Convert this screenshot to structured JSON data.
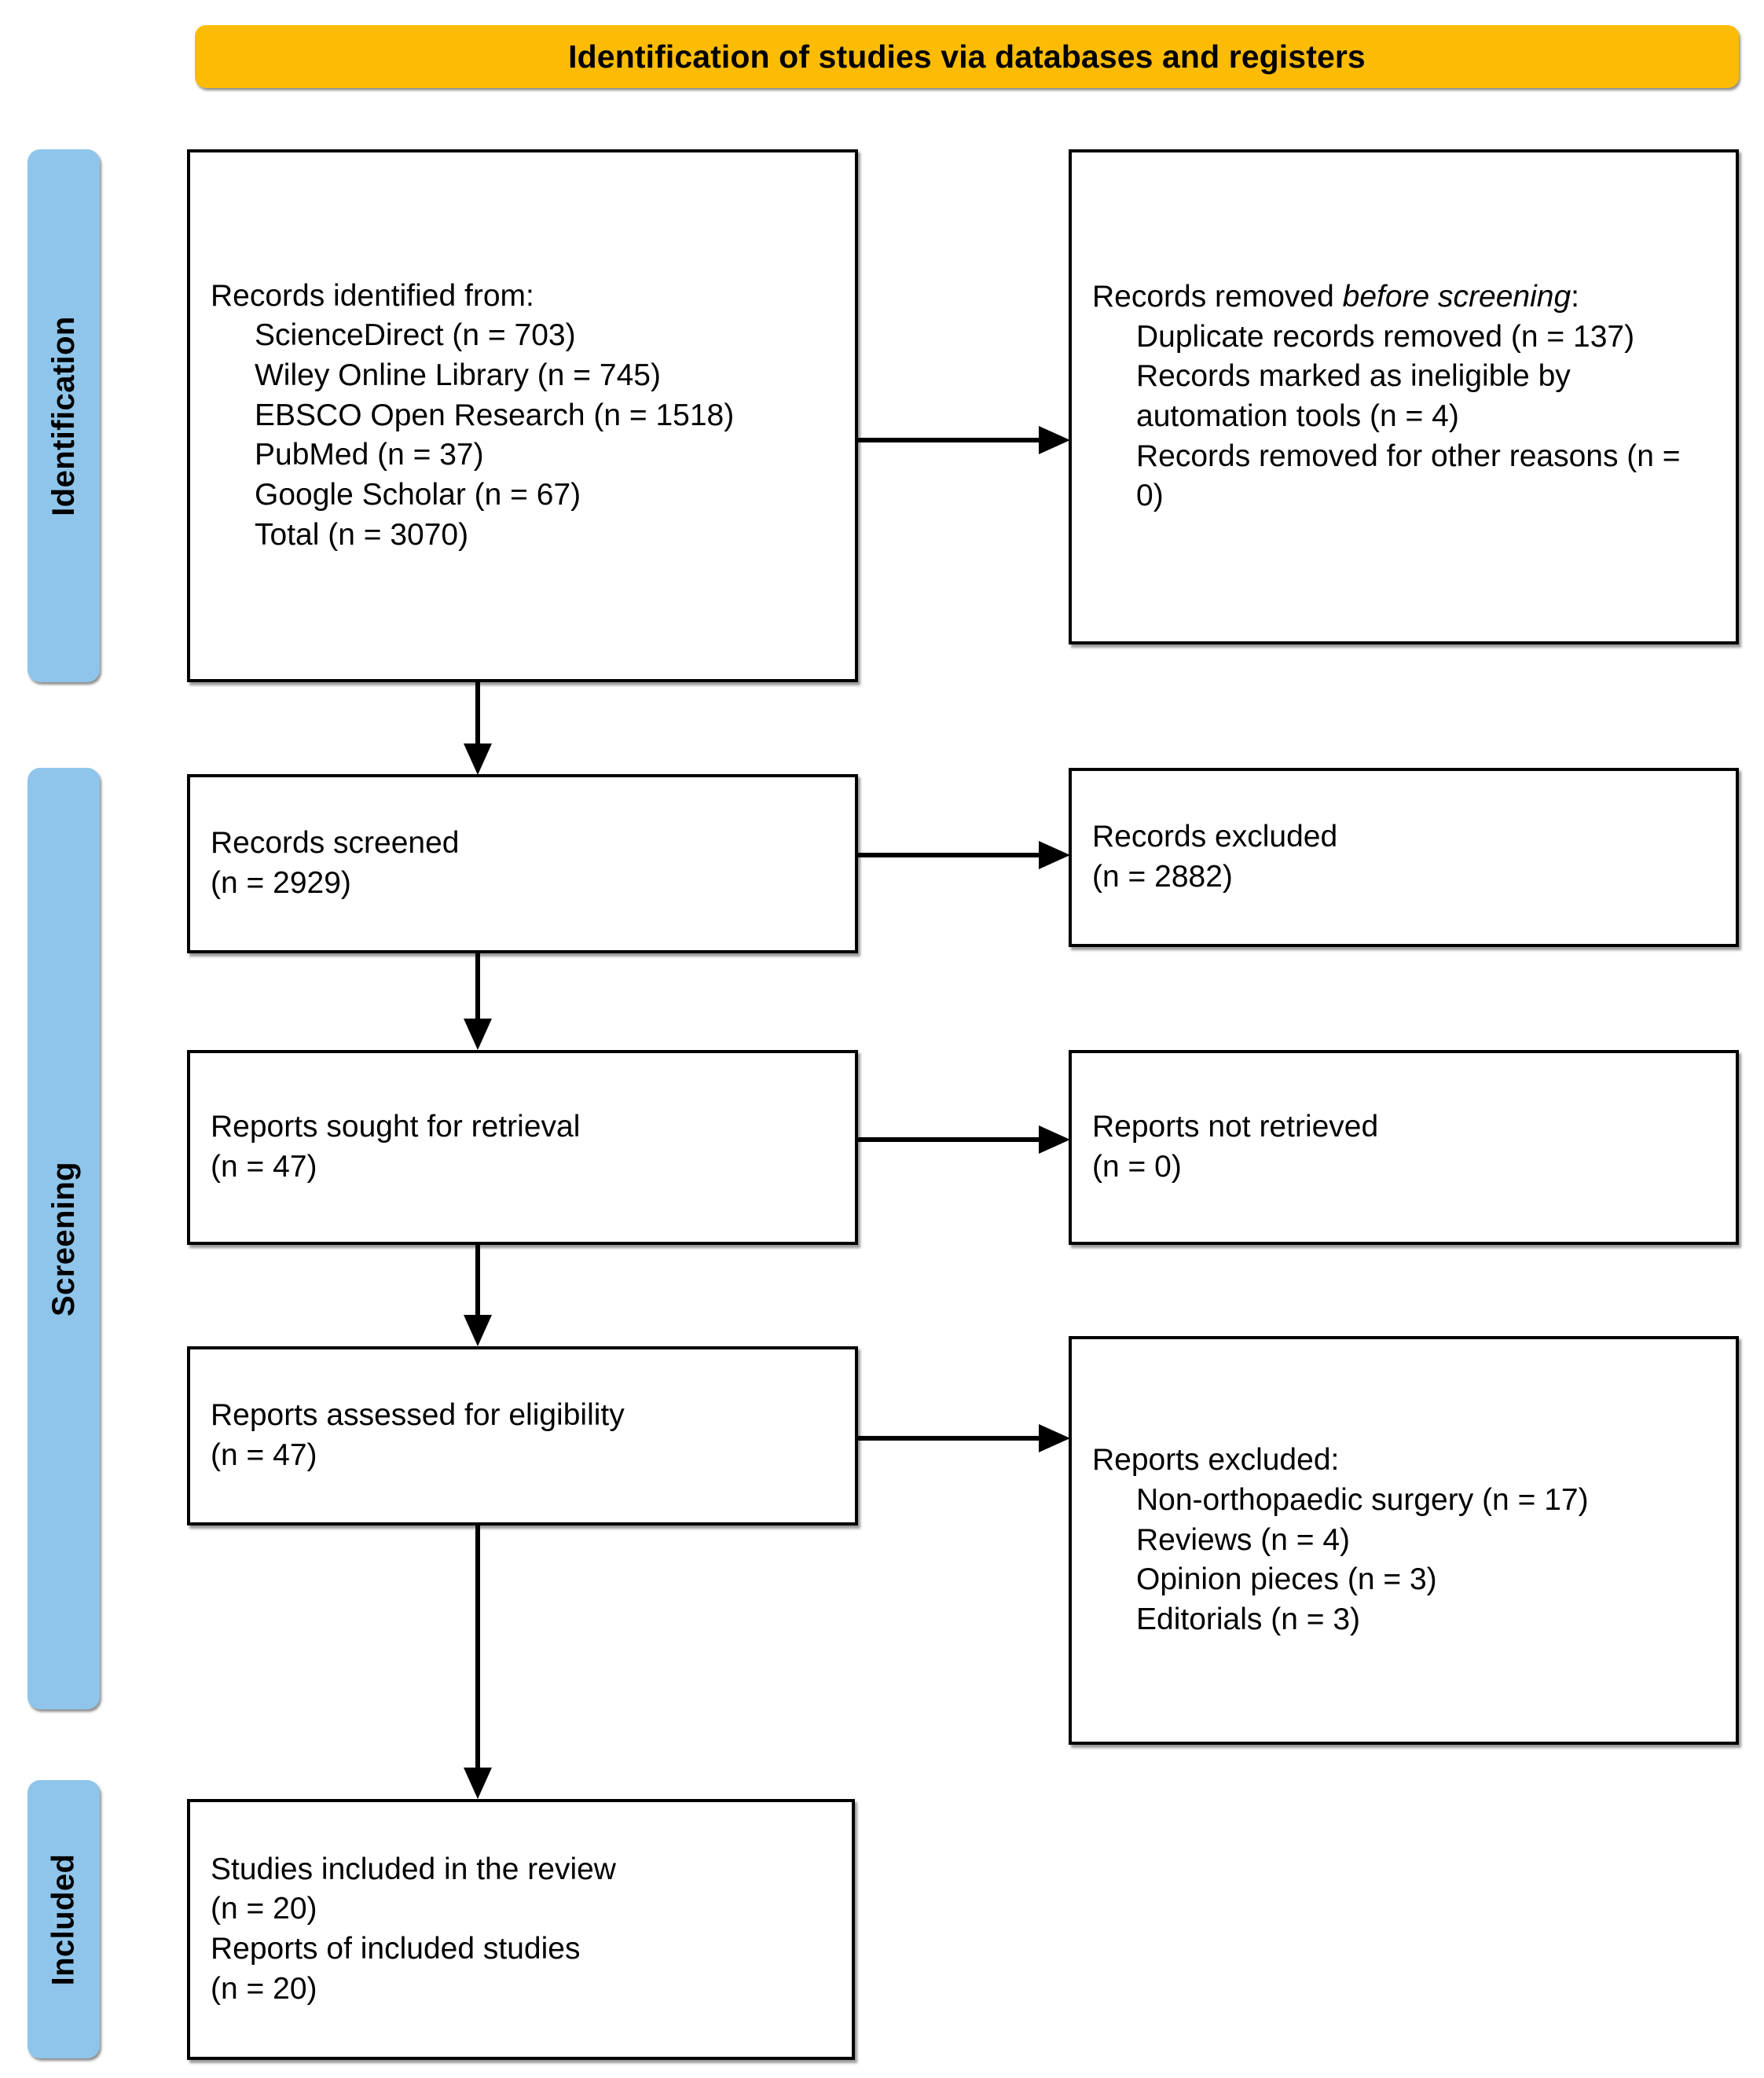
{
  "banner": {
    "title": "Identification of studies via databases and registers",
    "color": "#FCBC05"
  },
  "stages": {
    "color": "#8FC5EA",
    "identification": "Identification",
    "screening": "Screening",
    "included": "Included"
  },
  "boxes": {
    "identified": {
      "heading": "Records identified from:",
      "items": [
        "ScienceDirect (n = 703)",
        "Wiley Online Library (n = 745)",
        "EBSCO Open Research (n = 1518)",
        "PubMed (n = 37)",
        "Google Scholar (n = 67)",
        "Total (n = 3070)"
      ]
    },
    "removed_before": {
      "heading_plain": "Records removed ",
      "heading_italic": "before screening",
      "heading_colon": ":",
      "items": [
        "Duplicate records removed (n = 137)",
        "Records marked as ineligible by automation tools (n = 4)",
        "Records removed for other reasons (n = 0)"
      ]
    },
    "screened": {
      "label": "Records screened",
      "count": "(n = 2929)"
    },
    "records_excluded": {
      "label": "Records excluded",
      "count": "(n = 2882)"
    },
    "sought": {
      "label": "Reports sought for retrieval",
      "count": "(n = 47)"
    },
    "not_retrieved": {
      "label": "Reports not retrieved",
      "count": "(n = 0)"
    },
    "assessed": {
      "label": "Reports assessed for eligibility",
      "count": "(n = 47)"
    },
    "reports_excluded": {
      "heading": "Reports excluded:",
      "items": [
        "Non-orthopaedic surgery (n = 17)",
        "Reviews (n = 4)",
        "Opinion pieces (n = 3)",
        "Editorials (n = 3)"
      ]
    },
    "included": {
      "label_studies": "Studies included in the review",
      "count_studies": "(n = 20)",
      "label_reports": "Reports of included studies",
      "count_reports": "(n = 20)"
    }
  },
  "chart_data": {
    "type": "diagram",
    "title": "Identification of studies via databases and registers",
    "nodes": [
      {
        "id": "identified",
        "stage": "Identification",
        "label": "Records identified from",
        "n": 3070,
        "breakdown": {
          "ScienceDirect": 703,
          "Wiley Online Library": 745,
          "EBSCO Open Research": 1518,
          "PubMed": 37,
          "Google Scholar": 67
        }
      },
      {
        "id": "removed_before",
        "stage": "Identification",
        "label": "Records removed before screening",
        "breakdown": {
          "Duplicate records removed": 137,
          "Records marked as ineligible by automation tools": 4,
          "Records removed for other reasons": 0
        }
      },
      {
        "id": "screened",
        "stage": "Screening",
        "label": "Records screened",
        "n": 2929
      },
      {
        "id": "records_excluded",
        "stage": "Screening",
        "label": "Records excluded",
        "n": 2882
      },
      {
        "id": "sought",
        "stage": "Screening",
        "label": "Reports sought for retrieval",
        "n": 47
      },
      {
        "id": "not_retrieved",
        "stage": "Screening",
        "label": "Reports not retrieved",
        "n": 0
      },
      {
        "id": "assessed",
        "stage": "Screening",
        "label": "Reports assessed for eligibility",
        "n": 47
      },
      {
        "id": "reports_excluded",
        "stage": "Screening",
        "label": "Reports excluded",
        "breakdown": {
          "Non-orthopaedic surgery": 17,
          "Reviews": 4,
          "Opinion pieces": 3,
          "Editorials": 3
        }
      },
      {
        "id": "included",
        "stage": "Included",
        "label": "Studies included in the review",
        "n": 20,
        "breakdown": {
          "Reports of included studies": 20
        }
      }
    ],
    "edges": [
      {
        "from": "identified",
        "to": "removed_before",
        "direction": "right"
      },
      {
        "from": "identified",
        "to": "screened",
        "direction": "down"
      },
      {
        "from": "screened",
        "to": "records_excluded",
        "direction": "right"
      },
      {
        "from": "screened",
        "to": "sought",
        "direction": "down"
      },
      {
        "from": "sought",
        "to": "not_retrieved",
        "direction": "right"
      },
      {
        "from": "sought",
        "to": "assessed",
        "direction": "down"
      },
      {
        "from": "assessed",
        "to": "reports_excluded",
        "direction": "right"
      },
      {
        "from": "assessed",
        "to": "included",
        "direction": "down"
      }
    ]
  }
}
